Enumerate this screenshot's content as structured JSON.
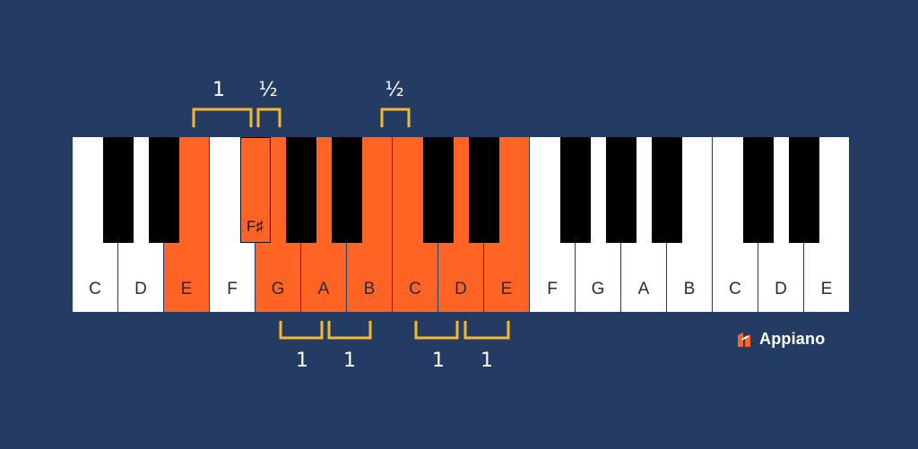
{
  "white_keys": [
    {
      "label": "C",
      "active": false
    },
    {
      "label": "D",
      "active": false
    },
    {
      "label": "E",
      "active": true
    },
    {
      "label": "F",
      "active": false
    },
    {
      "label": "G",
      "active": true
    },
    {
      "label": "A",
      "active": true
    },
    {
      "label": "B",
      "active": true
    },
    {
      "label": "C",
      "active": true
    },
    {
      "label": "D",
      "active": true
    },
    {
      "label": "E",
      "active": true
    },
    {
      "label": "F",
      "active": false
    },
    {
      "label": "G",
      "active": false
    },
    {
      "label": "A",
      "active": false
    },
    {
      "label": "B",
      "active": false
    },
    {
      "label": "C",
      "active": false
    },
    {
      "label": "D",
      "active": false
    },
    {
      "label": "E",
      "active": false
    }
  ],
  "black_keys": [
    {
      "after_white": 0,
      "label": "",
      "active": false
    },
    {
      "after_white": 1,
      "label": "",
      "active": false
    },
    {
      "after_white": 3,
      "label": "F♯",
      "active": true
    },
    {
      "after_white": 4,
      "label": "",
      "active": false
    },
    {
      "after_white": 5,
      "label": "",
      "active": false
    },
    {
      "after_white": 7,
      "label": "",
      "active": false
    },
    {
      "after_white": 8,
      "label": "",
      "active": false
    },
    {
      "after_white": 10,
      "label": "",
      "active": false
    },
    {
      "after_white": 11,
      "label": "",
      "active": false
    },
    {
      "after_white": 12,
      "label": "",
      "active": false
    },
    {
      "after_white": 14,
      "label": "",
      "active": false
    },
    {
      "after_white": 15,
      "label": "",
      "active": false
    }
  ],
  "intervals_top": [
    {
      "label": "1",
      "from": "E",
      "to": "F♯"
    },
    {
      "label": "½",
      "from": "F♯",
      "to": "G"
    },
    {
      "label": "½",
      "from": "B",
      "to": "C"
    }
  ],
  "intervals_bottom": [
    {
      "label": "1",
      "from": "G",
      "to": "A"
    },
    {
      "label": "1",
      "from": "A",
      "to": "B"
    },
    {
      "label": "1",
      "from": "C",
      "to": "D"
    },
    {
      "label": "1",
      "from": "D",
      "to": "E"
    }
  ],
  "colors": {
    "background": "#243c64",
    "highlight": "#ff6424",
    "bracket": "#f5b82e",
    "white_key": "#ffffff",
    "black_key": "#000000"
  },
  "brand": {
    "name": "Appiano"
  }
}
